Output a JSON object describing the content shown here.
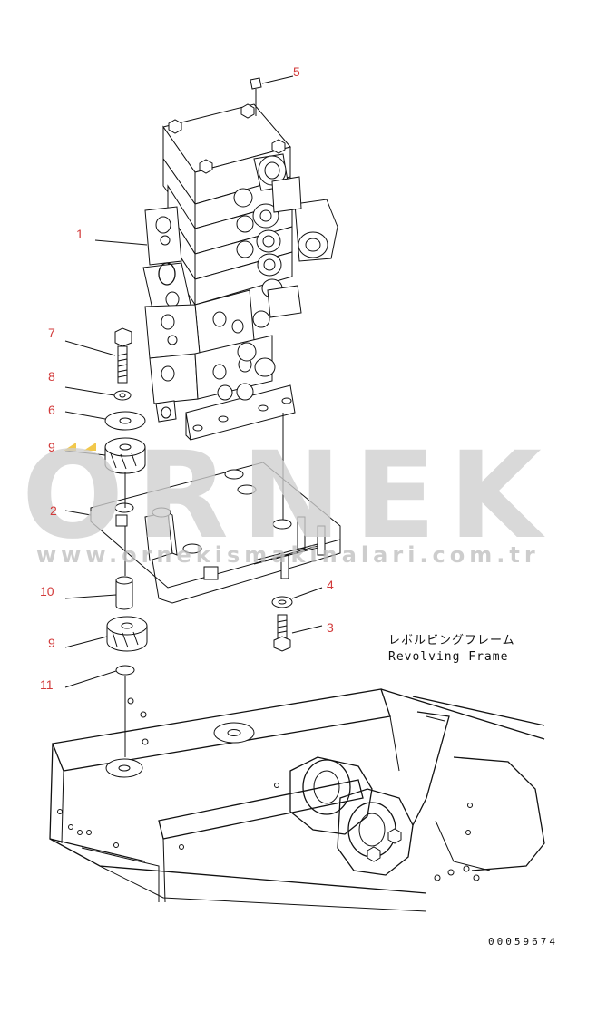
{
  "callouts": [
    {
      "number": "1"
    },
    {
      "number": "2"
    },
    {
      "number": "3"
    },
    {
      "number": "4"
    },
    {
      "number": "5"
    },
    {
      "number": "6"
    },
    {
      "number": "7"
    },
    {
      "number": "8"
    },
    {
      "number": "9"
    },
    {
      "number": "9"
    },
    {
      "number": "10"
    },
    {
      "number": "11"
    }
  ],
  "frame_label": {
    "japanese": "レボルビングフレーム",
    "english": "Revolving Frame"
  },
  "drawing_code": "00059674",
  "watermark": {
    "brand": "ORNEK",
    "url": "www.ornekismakinalari.com.tr"
  },
  "colors": {
    "callout": "#d23a3a",
    "line": "#111111",
    "watermark": "#cfcfcf",
    "accent_marks": "#f2c84b"
  }
}
